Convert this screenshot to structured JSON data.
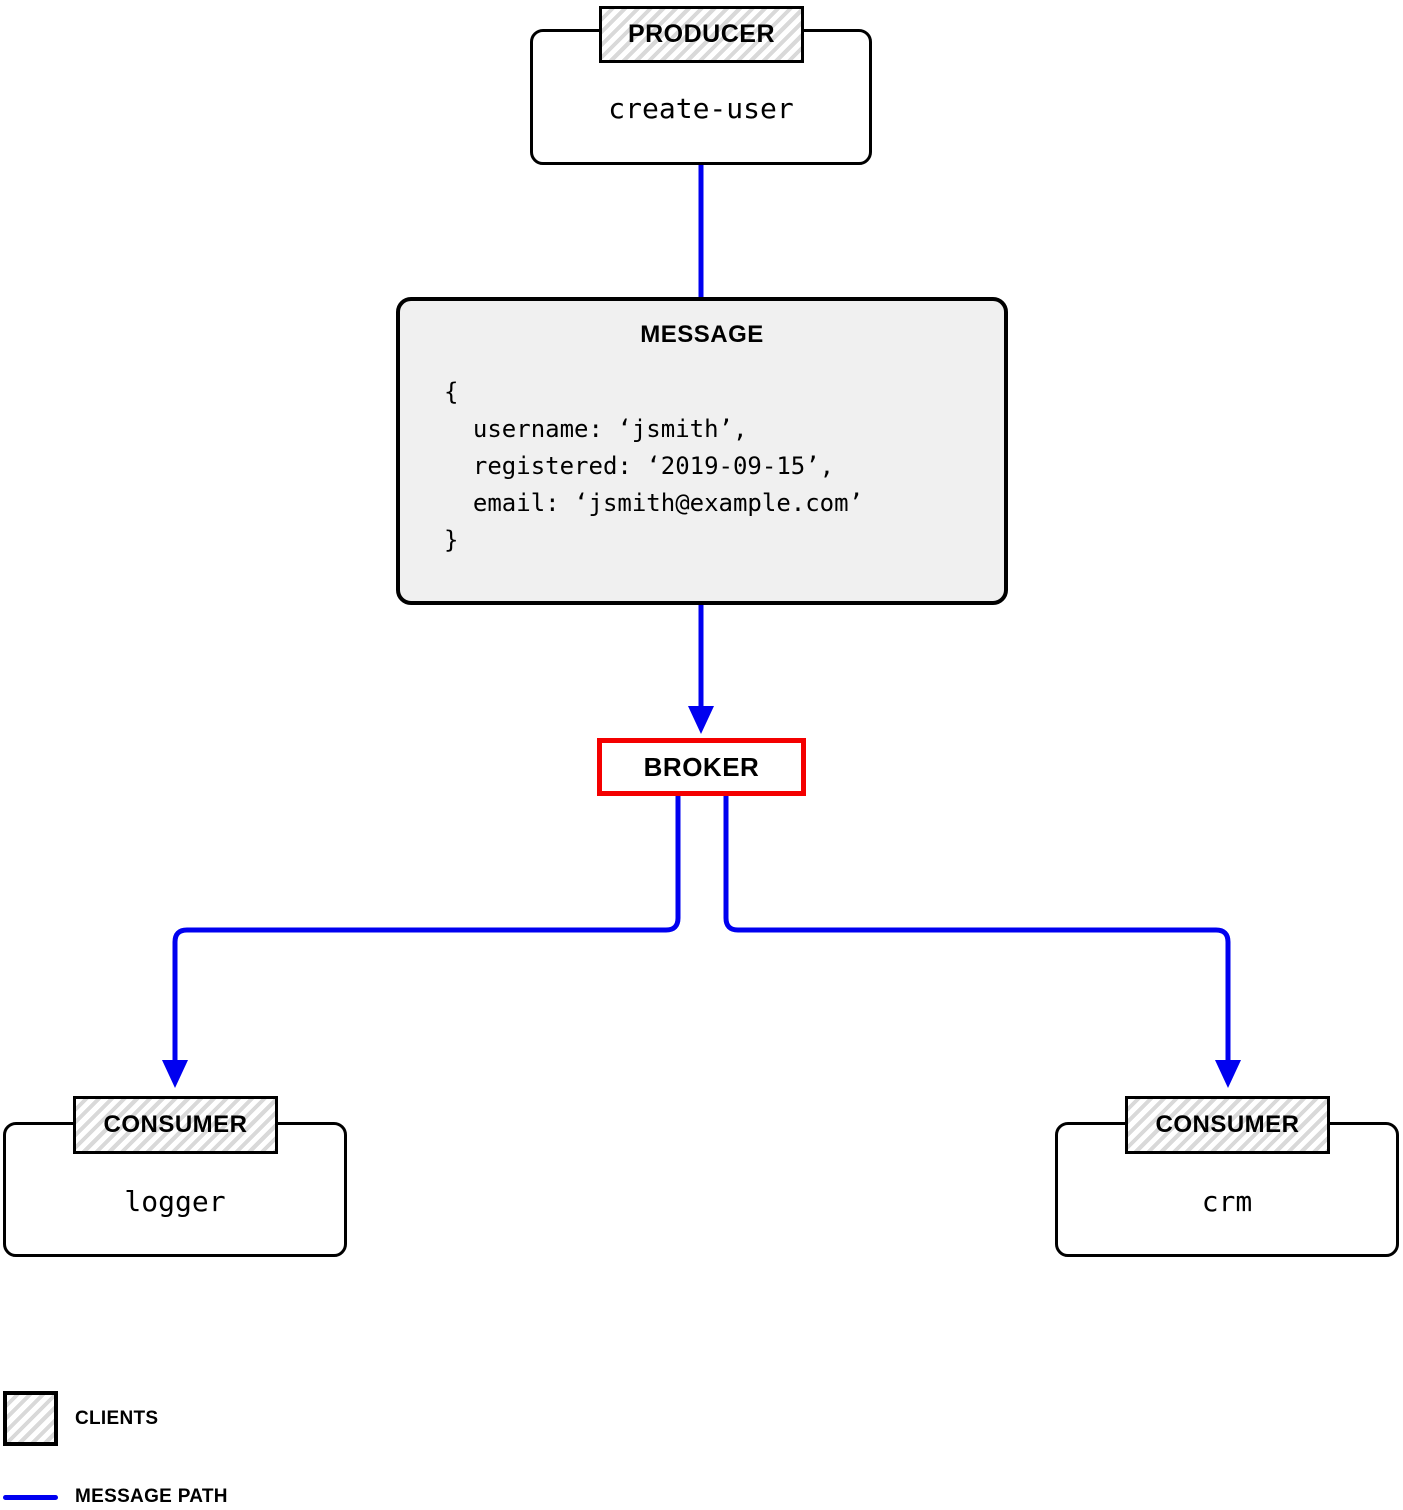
{
  "diagram": {
    "producer": {
      "tag": "PRODUCER",
      "name": "create-user"
    },
    "message": {
      "title": "MESSAGE",
      "code": "{\n  username: ‘jsmith’,\n  registered: ‘2019-09-15’,\n  email: ‘jsmith@example.com’\n}"
    },
    "broker": {
      "label": "BROKER"
    },
    "consumers": [
      {
        "tag": "CONSUMER",
        "name": "logger"
      },
      {
        "tag": "CONSUMER",
        "name": "crm"
      }
    ],
    "legend": {
      "clients_label": "CLIENTS",
      "message_path_label": "MESSAGE PATH"
    },
    "colors": {
      "message_path_blue": "#0000f0",
      "broker_red": "#f40000",
      "message_fill": "#f0f0f0",
      "hatch_stripe": "#d9d9d9"
    }
  }
}
